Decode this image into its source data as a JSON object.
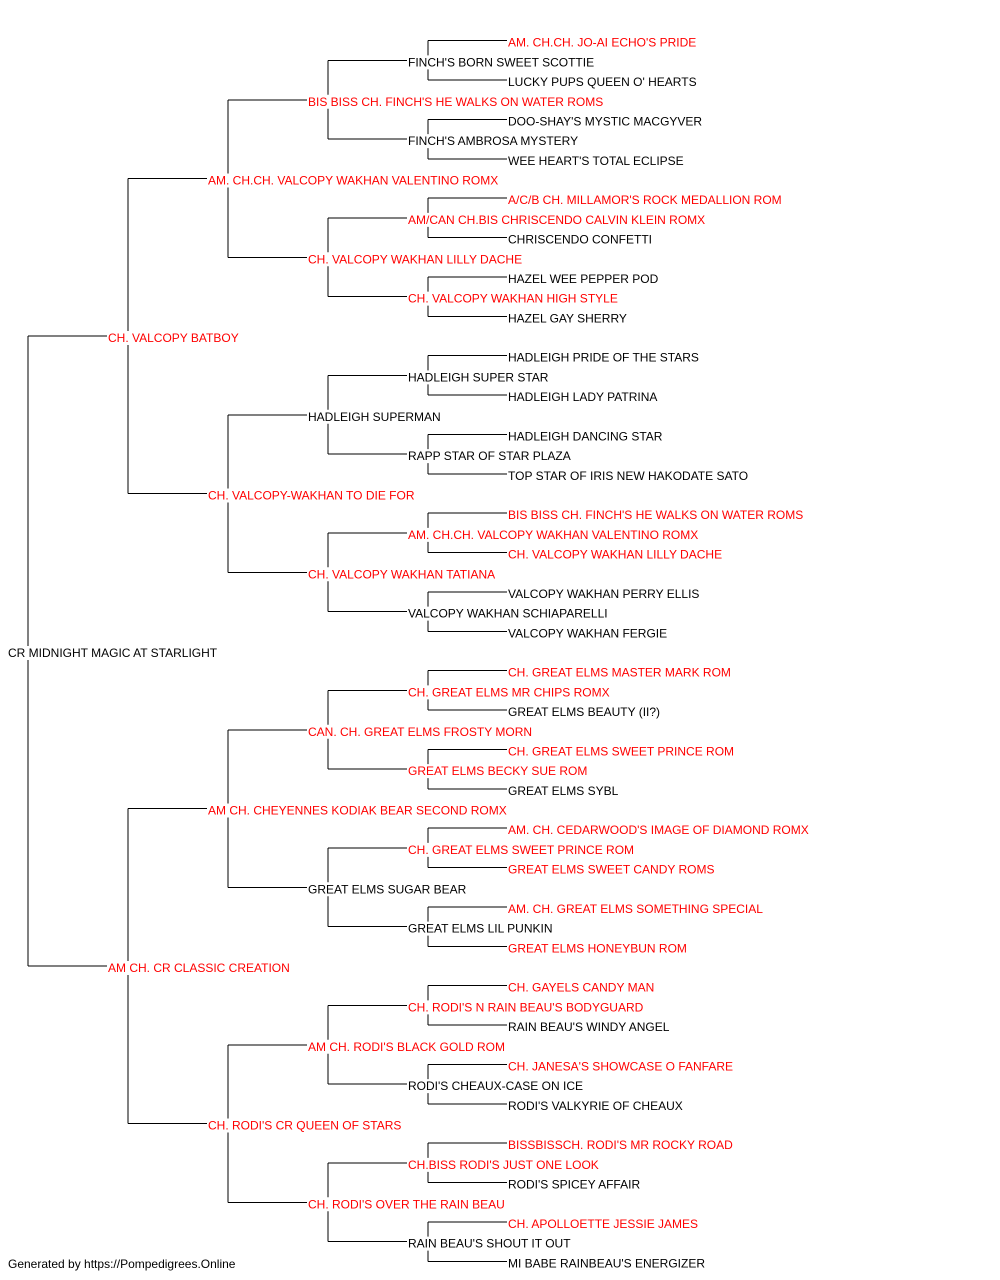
{
  "colors": {
    "champion": "#ff0000",
    "normal": "#000000",
    "line": "#000000"
  },
  "footer": "Generated by https://Pompedigrees.Online",
  "pedigree": {
    "name": "CR MIDNIGHT MAGIC AT STARLIGHT",
    "champion": false,
    "sire": {
      "name": "CH. VALCOPY BATBOY",
      "champion": true,
      "sire": {
        "name": "AM. CH.CH. VALCOPY WAKHAN VALENTINO ROMX",
        "champion": true,
        "sire": {
          "name": "BIS BISS CH. FINCH'S HE WALKS ON WATER ROMS",
          "champion": true,
          "sire": {
            "name": "FINCH'S BORN SWEET SCOTTIE",
            "champion": false,
            "sire": {
              "name": "AM. CH.CH. JO-AI ECHO'S PRIDE",
              "champion": true
            },
            "dam": {
              "name": "LUCKY PUPS QUEEN O' HEARTS",
              "champion": false
            }
          },
          "dam": {
            "name": "FINCH'S AMBROSA MYSTERY",
            "champion": false,
            "sire": {
              "name": "DOO-SHAY'S MYSTIC MACGYVER",
              "champion": false
            },
            "dam": {
              "name": "WEE HEART'S TOTAL ECLIPSE",
              "champion": false
            }
          }
        },
        "dam": {
          "name": "CH. VALCOPY WAKHAN LILLY DACHE",
          "champion": true,
          "sire": {
            "name": "AM/CAN CH.BIS CHRISCENDO CALVIN KLEIN ROMX",
            "champion": true,
            "sire": {
              "name": "A/C/B CH. MILLAMOR'S ROCK MEDALLION ROM",
              "champion": true
            },
            "dam": {
              "name": "CHRISCENDO CONFETTI",
              "champion": false
            }
          },
          "dam": {
            "name": "CH. VALCOPY WAKHAN HIGH STYLE",
            "champion": true,
            "sire": {
              "name": "HAZEL WEE PEPPER POD",
              "champion": false
            },
            "dam": {
              "name": "HAZEL GAY SHERRY",
              "champion": false
            }
          }
        }
      },
      "dam": {
        "name": "CH. VALCOPY-WAKHAN TO DIE FOR",
        "champion": true,
        "sire": {
          "name": "HADLEIGH SUPERMAN",
          "champion": false,
          "sire": {
            "name": "HADLEIGH SUPER STAR",
            "champion": false,
            "sire": {
              "name": "HADLEIGH PRIDE OF THE STARS",
              "champion": false
            },
            "dam": {
              "name": "HADLEIGH LADY PATRINA",
              "champion": false
            }
          },
          "dam": {
            "name": "RAPP STAR OF STAR PLAZA",
            "champion": false,
            "sire": {
              "name": "HADLEIGH DANCING STAR",
              "champion": false
            },
            "dam": {
              "name": "TOP STAR OF IRIS NEW HAKODATE SATO",
              "champion": false
            }
          }
        },
        "dam": {
          "name": "CH. VALCOPY WAKHAN TATIANA",
          "champion": true,
          "sire": {
            "name": "AM. CH.CH. VALCOPY WAKHAN VALENTINO ROMX",
            "champion": true,
            "sire": {
              "name": "BIS BISS CH. FINCH'S HE WALKS ON WATER ROMS",
              "champion": true
            },
            "dam": {
              "name": "CH. VALCOPY WAKHAN LILLY DACHE",
              "champion": true
            }
          },
          "dam": {
            "name": "VALCOPY WAKHAN SCHIAPARELLI",
            "champion": false,
            "sire": {
              "name": "VALCOPY WAKHAN PERRY ELLIS",
              "champion": false
            },
            "dam": {
              "name": "VALCOPY WAKHAN FERGIE",
              "champion": false
            }
          }
        }
      }
    },
    "dam": {
      "name": "AM CH. CR CLASSIC CREATION",
      "champion": true,
      "sire": {
        "name": "AM CH. CHEYENNES KODIAK BEAR SECOND ROMX",
        "champion": true,
        "sire": {
          "name": "CAN. CH. GREAT ELMS FROSTY MORN",
          "champion": true,
          "sire": {
            "name": "CH. GREAT ELMS MR CHIPS ROMX",
            "champion": true,
            "sire": {
              "name": "CH. GREAT ELMS MASTER MARK ROM",
              "champion": true
            },
            "dam": {
              "name": "GREAT ELMS BEAUTY (II?)",
              "champion": false
            }
          },
          "dam": {
            "name": "GREAT ELMS BECKY SUE ROM",
            "champion": true,
            "sire": {
              "name": "CH. GREAT ELMS SWEET PRINCE ROM",
              "champion": true
            },
            "dam": {
              "name": "GREAT ELMS SYBL",
              "champion": false
            }
          }
        },
        "dam": {
          "name": "GREAT ELMS SUGAR BEAR",
          "champion": false,
          "sire": {
            "name": "CH. GREAT ELMS SWEET PRINCE ROM",
            "champion": true,
            "sire": {
              "name": "AM. CH. CEDARWOOD'S IMAGE OF DIAMOND ROMX",
              "champion": true
            },
            "dam": {
              "name": "GREAT ELMS SWEET CANDY ROMS",
              "champion": true
            }
          },
          "dam": {
            "name": "GREAT ELMS LIL PUNKIN",
            "champion": false,
            "sire": {
              "name": "AM. CH. GREAT ELMS SOMETHING SPECIAL",
              "champion": true
            },
            "dam": {
              "name": "GREAT ELMS HONEYBUN ROM",
              "champion": true
            }
          }
        }
      },
      "dam": {
        "name": "CH. RODI'S CR QUEEN OF STARS",
        "champion": true,
        "sire": {
          "name": "AM CH. RODI'S BLACK GOLD ROM",
          "champion": true,
          "sire": {
            "name": "CH. RODI'S N RAIN BEAU'S BODYGUARD",
            "champion": true,
            "sire": {
              "name": "CH. GAYELS CANDY MAN",
              "champion": true
            },
            "dam": {
              "name": "RAIN BEAU'S WINDY ANGEL",
              "champion": false
            }
          },
          "dam": {
            "name": "RODI'S CHEAUX-CASE ON ICE",
            "champion": false,
            "sire": {
              "name": "CH. JANESA'S SHOWCASE O FANFARE",
              "champion": true
            },
            "dam": {
              "name": "RODI'S VALKYRIE OF CHEAUX",
              "champion": false
            }
          }
        },
        "dam": {
          "name": "CH. RODI'S OVER THE RAIN BEAU",
          "champion": true,
          "sire": {
            "name": "CH.BISS RODI'S JUST ONE LOOK",
            "champion": true,
            "sire": {
              "name": "BISSBISSCH. RODI'S MR ROCKY ROAD",
              "champion": true
            },
            "dam": {
              "name": "RODI'S SPICEY AFFAIR",
              "champion": false
            }
          },
          "dam": {
            "name": "RAIN BEAU'S SHOUT IT OUT",
            "champion": false,
            "sire": {
              "name": "CH. APOLLOETTE JESSIE JAMES",
              "champion": true
            },
            "dam": {
              "name": "MI BABE RAINBEAU'S ENERGIZER",
              "champion": false
            }
          }
        }
      }
    }
  }
}
